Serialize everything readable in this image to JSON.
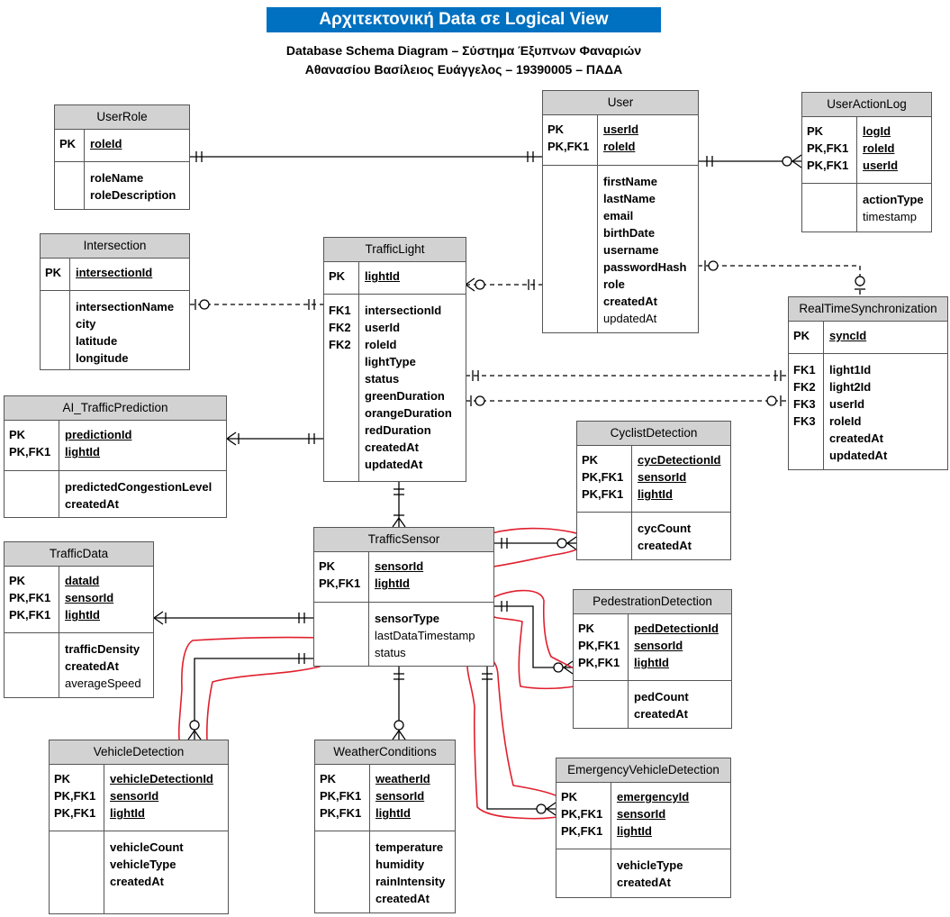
{
  "header": {
    "title": "Αρχιτεκτονική Data σε Logical View",
    "subtitle1": "Database Schema Diagram – Σύστημα Έξυπνων Φαναριών",
    "subtitle2": "Αθανασίου Βασίλειος Ευάγγελος – 19390005 – ΠΑΔΑ"
  },
  "colors": {
    "banner": "#0070c0",
    "entity_header": "#d2d2d2",
    "annotation": "#e0202e"
  },
  "entities": [
    {
      "id": "userrole",
      "name": "UserRole",
      "keys": [
        {
          "k": "PK",
          "f": "roleId"
        }
      ],
      "attrs": [
        {
          "f": "roleName"
        },
        {
          "f": "roleDescription"
        }
      ]
    },
    {
      "id": "user",
      "name": "User",
      "keys": [
        {
          "k": "PK",
          "f": "userId"
        },
        {
          "k": "PK,FK1",
          "f": "roleId"
        }
      ],
      "attrs": [
        {
          "f": "firstName"
        },
        {
          "f": "lastName"
        },
        {
          "f": "email"
        },
        {
          "f": "birthDate"
        },
        {
          "f": "username"
        },
        {
          "f": "passwordHash"
        },
        {
          "f": "role"
        },
        {
          "f": "createdAt"
        },
        {
          "f": "updatedAt",
          "plain": true
        }
      ]
    },
    {
      "id": "useractionlog",
      "name": "UserActionLog",
      "keys": [
        {
          "k": "PK",
          "f": "logId"
        },
        {
          "k": "PK,FK1",
          "f": "roleId"
        },
        {
          "k": "PK,FK1",
          "f": "userId"
        }
      ],
      "attrs": [
        {
          "f": "actionType"
        },
        {
          "f": "timestamp",
          "plain": true
        }
      ]
    },
    {
      "id": "intersection",
      "name": "Intersection",
      "keys": [
        {
          "k": "PK",
          "f": "intersectionId"
        }
      ],
      "attrs": [
        {
          "f": "intersectionName"
        },
        {
          "f": "city"
        },
        {
          "f": "latitude"
        },
        {
          "f": "longitude"
        }
      ]
    },
    {
      "id": "trafficlight",
      "name": "TrafficLight",
      "keys": [
        {
          "k": "PK",
          "f": "lightId"
        }
      ],
      "attrs": [
        {
          "k": "FK1",
          "f": "intersectionId"
        },
        {
          "k": "FK2",
          "f": "userId"
        },
        {
          "k": "FK2",
          "f": "roleId"
        },
        {
          "f": "lightType"
        },
        {
          "f": "status"
        },
        {
          "f": "greenDuration"
        },
        {
          "f": "orangeDuration"
        },
        {
          "f": "redDuration"
        },
        {
          "f": "createdAt"
        },
        {
          "f": "updatedAt"
        }
      ]
    },
    {
      "id": "realtimesync",
      "name": "RealTimeSynchronization",
      "keys": [
        {
          "k": "PK",
          "f": "syncId"
        }
      ],
      "attrs": [
        {
          "k": "FK1",
          "f": "light1Id"
        },
        {
          "k": "FK2",
          "f": "light2Id"
        },
        {
          "k": "FK3",
          "f": "userId"
        },
        {
          "k": "FK3",
          "f": "roleId"
        },
        {
          "f": "createdAt"
        },
        {
          "f": "updatedAt"
        }
      ]
    },
    {
      "id": "aiprediction",
      "name": "AI_TrafficPrediction",
      "keys": [
        {
          "k": "PK",
          "f": "predictionId"
        },
        {
          "k": "PK,FK1",
          "f": "lightId"
        }
      ],
      "attrs": [
        {
          "f": "predictedCongestionLevel"
        },
        {
          "f": "createdAt"
        }
      ]
    },
    {
      "id": "cyclist",
      "name": "CyclistDetection",
      "keys": [
        {
          "k": "PK",
          "f": "cycDetectionId"
        },
        {
          "k": "PK,FK1",
          "f": "sensorId"
        },
        {
          "k": "PK,FK1",
          "f": "lightId"
        }
      ],
      "attrs": [
        {
          "f": "cycCount"
        },
        {
          "f": "createdAt"
        }
      ]
    },
    {
      "id": "trafficsensor",
      "name": "TrafficSensor",
      "keys": [
        {
          "k": "PK",
          "f": "sensorId"
        },
        {
          "k": "PK,FK1",
          "f": "lightId"
        }
      ],
      "attrs": [
        {
          "f": "sensorType"
        },
        {
          "f": "lastDataTimestamp",
          "plain": true
        },
        {
          "f": "status",
          "plain": true
        }
      ]
    },
    {
      "id": "trafficdata",
      "name": "TrafficData",
      "keys": [
        {
          "k": "PK",
          "f": "dataId"
        },
        {
          "k": "PK,FK1",
          "f": "sensorId"
        },
        {
          "k": "PK,FK1",
          "f": "lightId"
        }
      ],
      "attrs": [
        {
          "f": "trafficDensity"
        },
        {
          "f": "createdAt"
        },
        {
          "f": "averageSpeed",
          "plain": true
        }
      ]
    },
    {
      "id": "pedestrian",
      "name": "PedestrationDetection",
      "keys": [
        {
          "k": "PK",
          "f": "pedDetectionId"
        },
        {
          "k": "PK,FK1",
          "f": "sensorId"
        },
        {
          "k": "PK,FK1",
          "f": "lightId"
        }
      ],
      "attrs": [
        {
          "f": "pedCount"
        },
        {
          "f": "createdAt"
        }
      ]
    },
    {
      "id": "vehicle",
      "name": "VehicleDetection",
      "keys": [
        {
          "k": "PK",
          "f": "vehicleDetectionId"
        },
        {
          "k": "PK,FK1",
          "f": "sensorId"
        },
        {
          "k": "PK,FK1",
          "f": "lightId"
        }
      ],
      "attrs": [
        {
          "f": "vehicleCount"
        },
        {
          "f": "vehicleType"
        },
        {
          "f": "createdAt"
        }
      ]
    },
    {
      "id": "weather",
      "name": "WeatherConditions",
      "keys": [
        {
          "k": "PK",
          "f": "weatherId"
        },
        {
          "k": "PK,FK1",
          "f": "sensorId"
        },
        {
          "k": "PK,FK1",
          "f": "lightId"
        }
      ],
      "attrs": [
        {
          "f": "temperature"
        },
        {
          "f": "humidity"
        },
        {
          "f": "rainIntensity"
        },
        {
          "f": "createdAt"
        }
      ]
    },
    {
      "id": "emergency",
      "name": "EmergencyVehicleDetection",
      "keys": [
        {
          "k": "PK",
          "f": "emergencyId"
        },
        {
          "k": "PK,FK1",
          "f": "sensorId"
        },
        {
          "k": "PK,FK1",
          "f": "lightId"
        }
      ],
      "attrs": [
        {
          "f": "vehicleType"
        },
        {
          "f": "createdAt"
        }
      ]
    }
  ],
  "relationships": [
    {
      "id": "userrole-user",
      "from": "UserRole",
      "to": "User",
      "from_end": "one",
      "to_end": "one",
      "style": "solid"
    },
    {
      "id": "user-useractionlog",
      "from": "User",
      "to": "UserActionLog",
      "from_end": "one",
      "to_end": "zero-or-many",
      "style": "solid"
    },
    {
      "id": "intersection-trafficlight",
      "from": "Intersection",
      "to": "TrafficLight",
      "from_end": "zero-or-one",
      "to_end": "one",
      "style": "dashed"
    },
    {
      "id": "trafficlight-user",
      "from": "TrafficLight",
      "to": "User",
      "from_end": "zero-or-many",
      "to_end": "one",
      "style": "dashed"
    },
    {
      "id": "user-realtimesync",
      "from": "User",
      "to": "RealTimeSynchronization",
      "from_end": "zero-or-one",
      "to_end": "zero-or-one",
      "style": "dashed"
    },
    {
      "id": "trafficlight-realtimesync-1",
      "from": "TrafficLight",
      "to": "RealTimeSynchronization",
      "from_end": "one",
      "to_end": "one",
      "style": "dashed"
    },
    {
      "id": "trafficlight-realtimesync-2",
      "from": "TrafficLight",
      "to": "RealTimeSynchronization",
      "from_end": "zero-or-one",
      "to_end": "zero-or-one",
      "style": "dashed"
    },
    {
      "id": "aiprediction-trafficlight",
      "from": "AI_TrafficPrediction",
      "to": "TrafficLight",
      "from_end": "one-or-many",
      "to_end": "one",
      "style": "solid"
    },
    {
      "id": "trafficlight-trafficsensor",
      "from": "TrafficLight",
      "to": "TrafficSensor",
      "from_end": "one",
      "to_end": "one-or-many",
      "style": "solid"
    },
    {
      "id": "trafficsensor-cyclist",
      "from": "TrafficSensor",
      "to": "CyclistDetection",
      "from_end": "one",
      "to_end": "zero-or-many",
      "style": "solid"
    },
    {
      "id": "trafficdata-trafficsensor",
      "from": "TrafficData",
      "to": "TrafficSensor",
      "from_end": "one-or-many",
      "to_end": "one",
      "style": "solid"
    },
    {
      "id": "trafficsensor-pedestrian",
      "from": "TrafficSensor",
      "to": "PedestrationDetection",
      "from_end": "one",
      "to_end": "zero-or-many",
      "style": "solid"
    },
    {
      "id": "trafficsensor-vehicle",
      "from": "TrafficSensor",
      "to": "VehicleDetection",
      "from_end": "one",
      "to_end": "zero-or-many",
      "style": "solid"
    },
    {
      "id": "trafficsensor-weather",
      "from": "TrafficSensor",
      "to": "WeatherConditions",
      "from_end": "one",
      "to_end": "zero-or-many",
      "style": "solid"
    },
    {
      "id": "trafficsensor-emergency",
      "from": "TrafficSensor",
      "to": "EmergencyVehicleDetection",
      "from_end": "one",
      "to_end": "zero-or-many",
      "style": "solid"
    }
  ]
}
